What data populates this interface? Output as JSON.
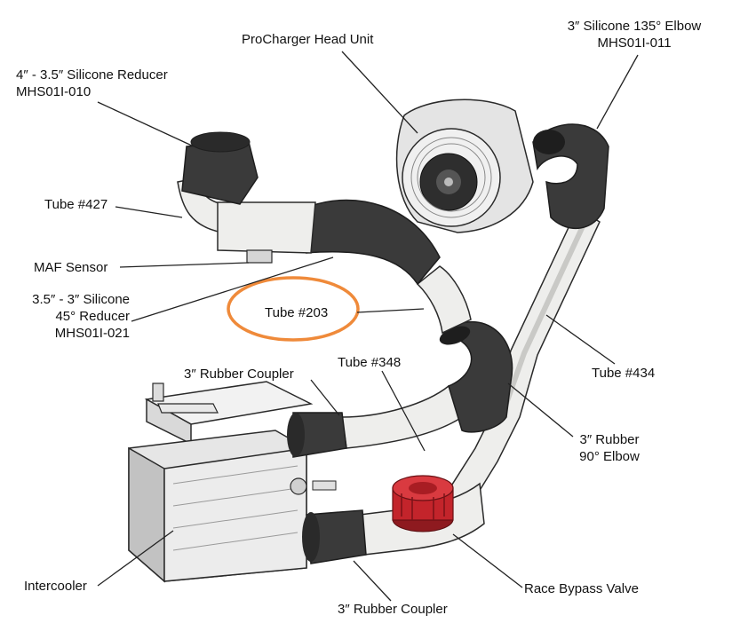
{
  "labels": {
    "procharger_head": "ProCharger Head Unit",
    "elbow_135": {
      "line1": "3″ Silicone 135° Elbow",
      "line2": "MHS01I-011"
    },
    "reducer_4_35": {
      "line1": "4″ - 3.5″ Silicone Reducer",
      "line2": "MHS01I-010"
    },
    "tube_427": "Tube #427",
    "maf_sensor": "MAF Sensor",
    "reducer_35_3": {
      "line1": "3.5″ - 3″ Silicone",
      "line2": "45° Reducer",
      "line3": "MHS01I-021"
    },
    "tube_203": "Tube #203",
    "rubber_coupler_top": "3″ Rubber Coupler",
    "tube_348": "Tube #348",
    "tube_434": "Tube #434",
    "rubber_elbow_90": {
      "line1": "3″ Rubber",
      "line2": "90° Elbow"
    },
    "intercooler": "Intercooler",
    "race_bypass_valve": "Race Bypass Valve",
    "rubber_coupler_bottom": "3″ Rubber Coupler"
  },
  "colors": {
    "highlight_ring": "#ef8a3a",
    "tube_fill": "#eeeeec",
    "tube_shade": "#c9c9c6",
    "rubber": "#3a3a3a",
    "rubber_shade": "#1e1e1e",
    "valve_red": "#c3242b",
    "outline": "#2a2a2a"
  }
}
